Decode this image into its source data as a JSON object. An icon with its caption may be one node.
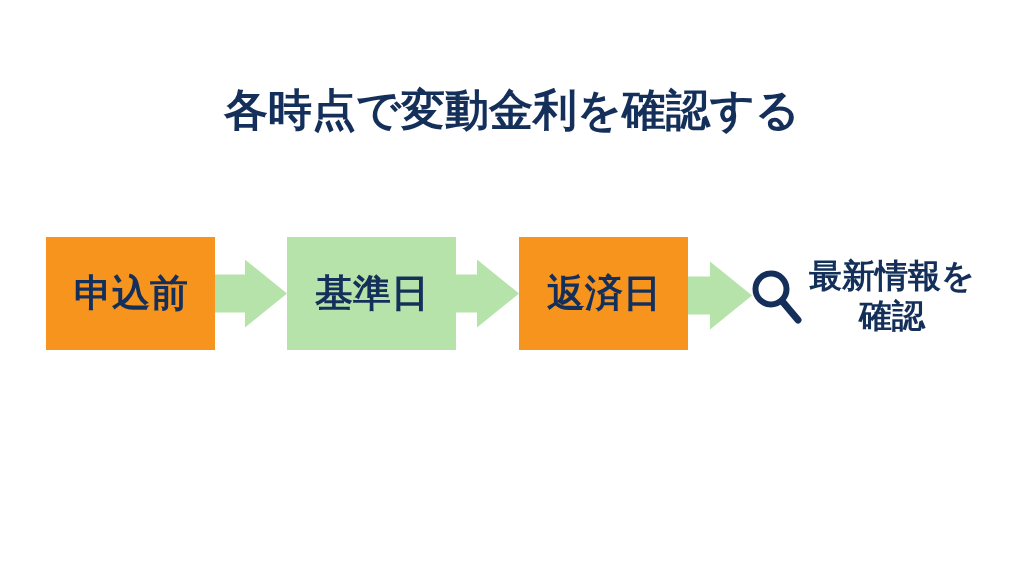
{
  "diagram": {
    "title": "各時点で変動金利を確認する",
    "nodes": [
      {
        "text": [
          "申込前"
        ]
      },
      {
        "text": [
          "基準日"
        ]
      },
      {
        "text": [
          "返済日"
        ]
      },
      {
        "text": [
          "最新情報を確認"
        ]
      }
    ],
    "edges": [
      {
        "from": 0,
        "to": 1,
        "arrow": "to"
      },
      {
        "from": 1,
        "to": 2,
        "arrow": "to"
      },
      {
        "from": 2,
        "to": 3,
        "arrow": "to"
      }
    ]
  }
}
